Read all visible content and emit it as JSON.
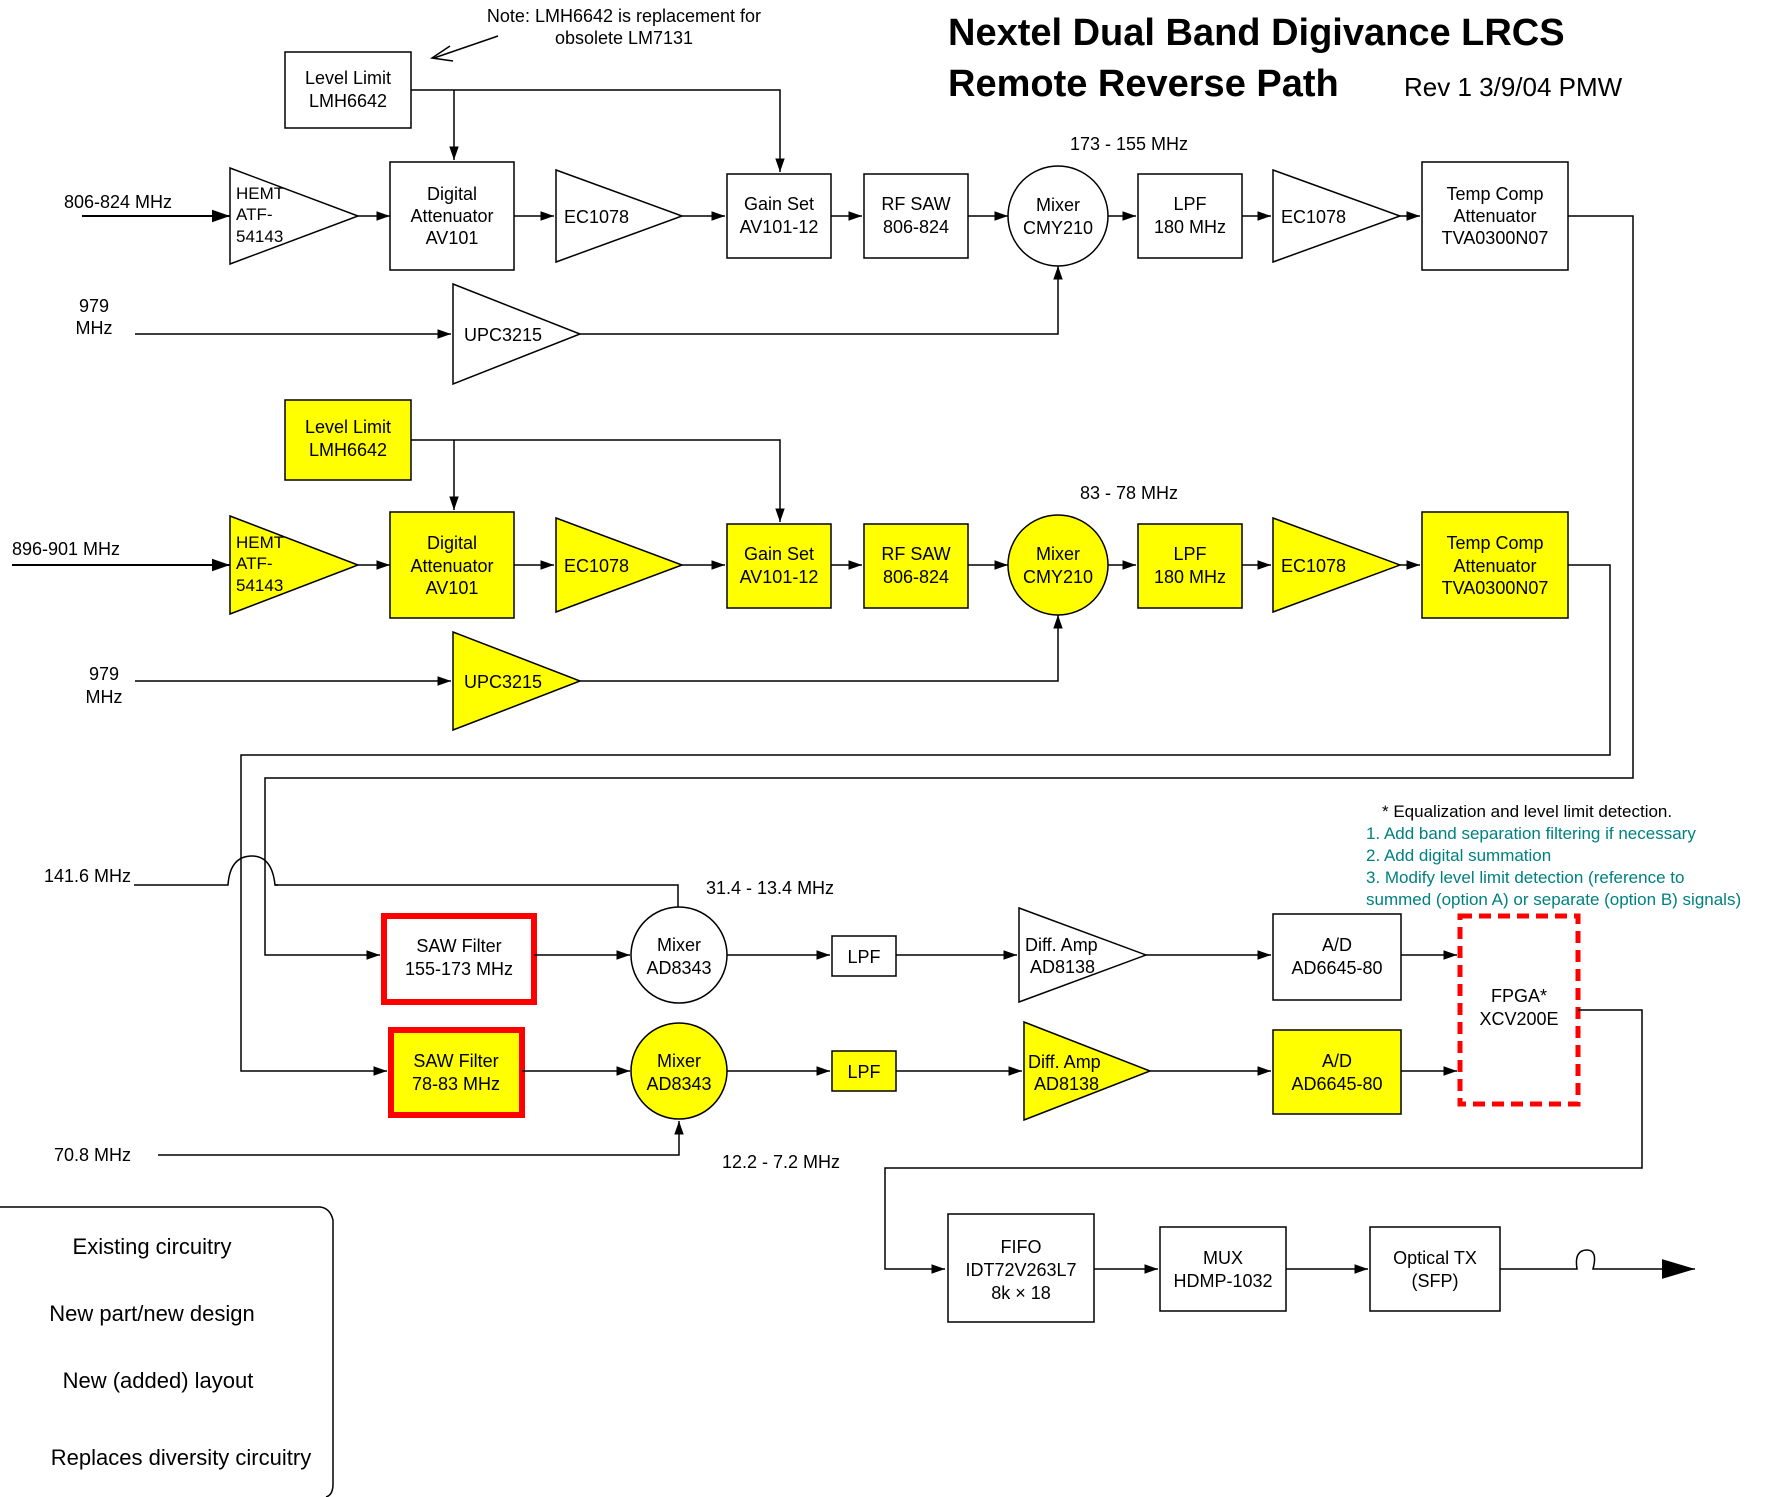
{
  "title": {
    "line1": "Nextel Dual Band Digivance LRCS",
    "line2": "Remote Reverse Path",
    "rev": "Rev 1  3/9/04  PMW"
  },
  "note_top": {
    "line1": "Note: LMH6642 is replacement for",
    "line2": "obsolete LM7131"
  },
  "colors": {
    "new_part": "#ffff00",
    "replaces_outline": "#ff0000",
    "note_text": "#008080",
    "line": "#000000"
  },
  "band1": {
    "input": "806-824 MHz",
    "level_limit": [
      "Level Limit",
      "LMH6642"
    ],
    "hemt": [
      "HEMT",
      "ATF-",
      "54143"
    ],
    "atten": [
      "Digital",
      "Attenuator",
      "AV101"
    ],
    "amp1": "EC1078",
    "gainset": [
      "Gain Set",
      "AV101-12"
    ],
    "rfsaw": [
      "RF SAW",
      "806-824"
    ],
    "mixer": [
      "Mixer",
      "CMY210"
    ],
    "if_freq": "173 - 155 MHz",
    "lpf": [
      "LPF",
      "180 MHz"
    ],
    "amp2": "EC1078",
    "tempcomp": [
      "Temp Comp",
      "Attenuator",
      "TVA0300N07"
    ],
    "lo_freq": [
      "979",
      "MHz"
    ],
    "lo_amp": "UPC3215"
  },
  "band2": {
    "input": "896-901 MHz",
    "level_limit": [
      "Level Limit",
      "LMH6642"
    ],
    "hemt": [
      "HEMT",
      "ATF-",
      "54143"
    ],
    "atten": [
      "Digital",
      "Attenuator",
      "AV101"
    ],
    "amp1": "EC1078",
    "gainset": [
      "Gain Set",
      "AV101-12"
    ],
    "rfsaw": [
      "RF SAW",
      "806-824"
    ],
    "mixer": [
      "Mixer",
      "CMY210"
    ],
    "if_freq": "83 - 78 MHz",
    "lpf": [
      "LPF",
      "180 MHz"
    ],
    "amp2": "EC1078",
    "tempcomp": [
      "Temp Comp",
      "Attenuator",
      "TVA0300N07"
    ],
    "lo_freq": [
      "979",
      "MHz"
    ],
    "lo_amp": "UPC3215"
  },
  "if_section": {
    "lo1_label": "141.6 MHz",
    "lo2_label": "70.8 MHz",
    "if1_freq": "31.4 - 13.4 MHz",
    "if2_freq": "12.2 - 7.2 MHz",
    "saw1": [
      "SAW Filter",
      "155-173 MHz"
    ],
    "saw2": [
      "SAW Filter",
      "78-83 MHz"
    ],
    "mixer1": [
      "Mixer",
      "AD8343"
    ],
    "mixer2": [
      "Mixer",
      "AD8343"
    ],
    "lpf1": "LPF",
    "lpf2": "LPF",
    "diff1": [
      "Diff. Amp",
      "AD8138"
    ],
    "diff2": [
      "Diff. Amp",
      "AD8138"
    ],
    "ad1": [
      "A/D",
      "AD6645-80"
    ],
    "ad2": [
      "A/D",
      "AD6645-80"
    ],
    "fpga": [
      "FPGA*",
      "XCV200E"
    ]
  },
  "fpga_notes": {
    "star": "*  Equalization and level limit detection.",
    "items": [
      "1.  Add band separation filtering if necessary",
      "2.  Add digital summation",
      "3.  Modify level limit detection (reference to",
      "summed (option A) or separate (option B) signals)"
    ]
  },
  "output_chain": {
    "fifo": [
      "FIFO",
      "IDT72V263L7",
      "8k × 18"
    ],
    "mux": [
      "MUX",
      "HDMP-1032"
    ],
    "optical": [
      "Optical TX",
      "(SFP)"
    ]
  },
  "legend": [
    "Existing circuitry",
    "New part/new design",
    "New (added) layout",
    "Replaces diversity circuitry"
  ]
}
